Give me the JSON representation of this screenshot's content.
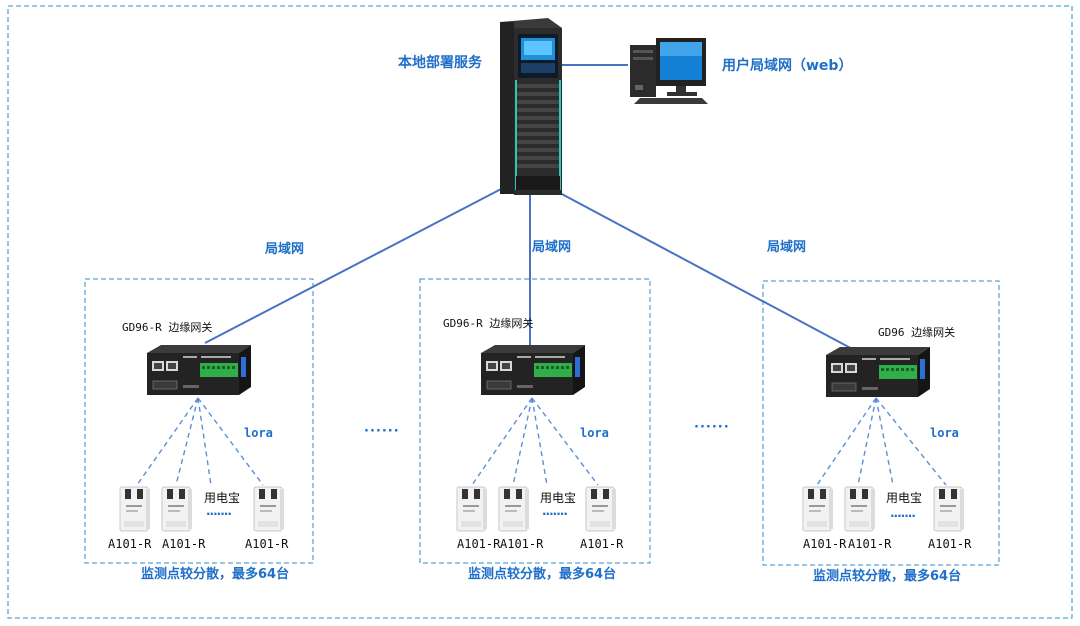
{
  "server": {
    "label": "本地部署服务",
    "icon": "server-rack-icon"
  },
  "user_pc": {
    "label": "用户局域网（web）",
    "icon": "desktop-computer-icon"
  },
  "network_labels": [
    "局域网",
    "局域网",
    "局域网"
  ],
  "ellipses": [
    "······",
    "······"
  ],
  "groups": [
    {
      "gateway_label": "GD96-R 边缘网关",
      "lora_label": "lora",
      "meter_name": "用电宝",
      "meter_dots": "·······",
      "device_labels": [
        "A101-R",
        "A101-R",
        "A101-R"
      ],
      "footer": "监测点较分散，最多64台"
    },
    {
      "gateway_label": "GD96-R 边缘网关",
      "lora_label": "lora",
      "meter_name": "用电宝",
      "meter_dots": "·······",
      "device_labels": [
        "A101-R",
        "A101-R",
        "A101-R"
      ],
      "footer": "监测点较分散，最多64台"
    },
    {
      "gateway_label": "GD96 边缘网关",
      "lora_label": "lora",
      "meter_name": "用电宝",
      "meter_dots": "·······",
      "device_labels": [
        "A101-R",
        "A101-R",
        "A101-R"
      ],
      "footer": "监测点较分散，最多64台"
    }
  ],
  "colors": {
    "line": "#4a72c4",
    "dash": "#5b8fd6",
    "box": "#2b8fc9",
    "label": "#1f6fc9"
  }
}
